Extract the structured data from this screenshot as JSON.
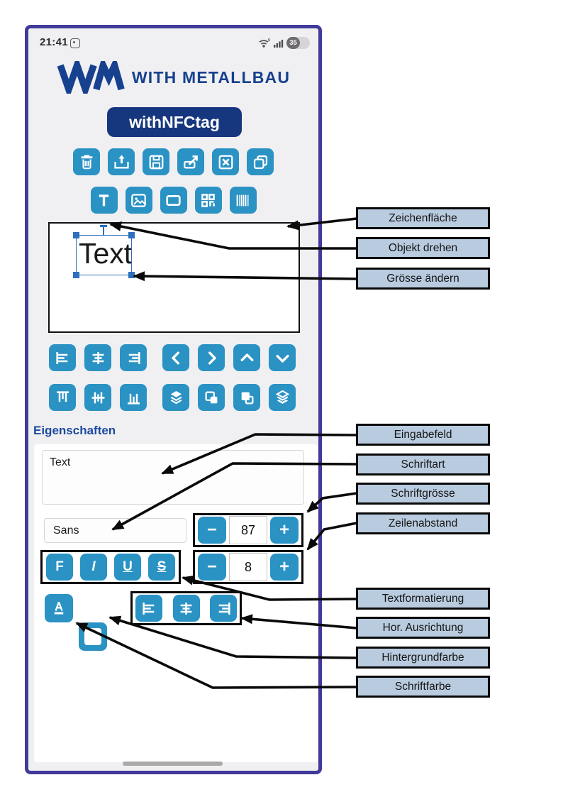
{
  "status_bar": {
    "time": "21:41",
    "battery_level": "35"
  },
  "header": {
    "brand": "WITH METALLBAU",
    "app_name": "withNFCtag"
  },
  "toolbar": {
    "row1": [
      "trash",
      "import",
      "save",
      "export",
      "clear",
      "duplicate"
    ],
    "row2": [
      "text",
      "image",
      "rectangle",
      "qrcode",
      "barcode"
    ]
  },
  "canvas": {
    "object_text": "Text"
  },
  "arrange": {
    "row1": [
      "align-left",
      "align-center-horizontal",
      "align-right",
      "move-left",
      "move-right",
      "move-up",
      "move-down"
    ],
    "row2": [
      "align-top",
      "align-middle-vertical",
      "align-bottom",
      "bring-to-front",
      "send-backward",
      "bring-forward",
      "send-to-back"
    ]
  },
  "properties": {
    "heading": "Eigenschaften",
    "text_input_value": "Text",
    "font_family_value": "Sans",
    "font_size_value": "87",
    "line_spacing_value": "8",
    "decrease_label": "−",
    "increase_label": "+",
    "format": {
      "bold": "F",
      "italic": "I",
      "underline": "U",
      "strikethrough": "S"
    },
    "alignment_icons": [
      "align-left",
      "align-center-horizontal",
      "align-right"
    ]
  },
  "annotations": {
    "labels": [
      "Zeichenfläche",
      "Objekt drehen",
      "Grösse ändern",
      "Eingabefeld",
      "Schriftart",
      "Schriftgrösse",
      "Zeilenabstand",
      "Textformatierung",
      "Hor. Ausrichtung",
      "Hintergrundfarbe",
      "Schriftfarbe"
    ]
  },
  "colors": {
    "accent_blue": "#2b92c4",
    "brand_navy": "#17418f",
    "app_button_navy": "#16367e",
    "frame_border": "#413a9b",
    "label_fill": "#b9cbdf",
    "selection_blue": "#2e6fbe"
  }
}
